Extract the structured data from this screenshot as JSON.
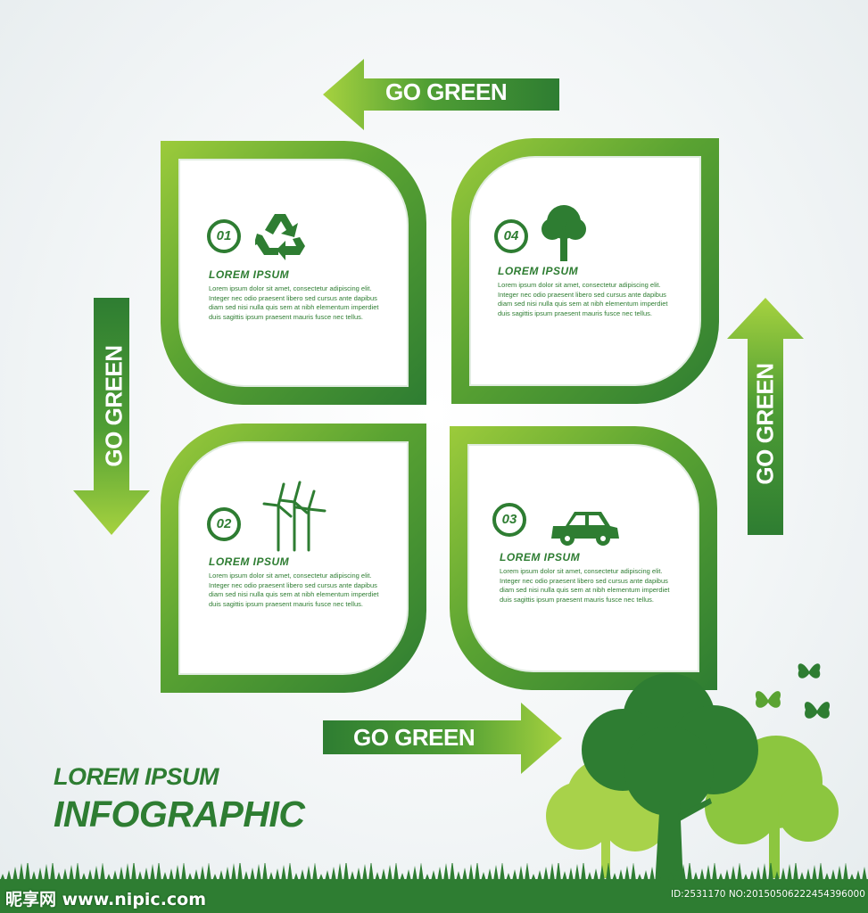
{
  "arrows": {
    "top": "GO GREEN",
    "left": "GO GREEN",
    "right": "GO GREEN",
    "bottom": "GO GREEN"
  },
  "cards": [
    {
      "number": "01",
      "icon": "recycle-icon",
      "heading": "LOREM IPSUM",
      "body": "Lorem ipsum dolor sit amet, consectetur adipiscing elit. Integer nec odio praesent libero sed cursus ante dapibus diam sed nisi nulla quis sem at nibh elementum imperdiet duis sagittis ipsum praesent mauris fusce nec tellus."
    },
    {
      "number": "04",
      "icon": "tree-icon",
      "heading": "LOREM IPSUM",
      "body": "Lorem ipsum dolor sit amet, consectetur adipiscing elit. Integer nec odio praesent libero sed cursus ante dapibus diam sed nisi nulla quis sem at nibh elementum imperdiet duis sagittis ipsum praesent mauris fusce nec tellus."
    },
    {
      "number": "02",
      "icon": "wind-turbine-icon",
      "heading": "LOREM IPSUM",
      "body": "Lorem ipsum dolor sit amet, consectetur adipiscing elit. Integer nec odio praesent libero sed cursus ante dapibus diam sed nisi nulla quis sem at nibh elementum imperdiet duis sagittis ipsum praesent mauris fusce nec tellus."
    },
    {
      "number": "03",
      "icon": "car-icon",
      "heading": "LOREM IPSUM",
      "body": "Lorem ipsum dolor sit amet, consectetur adipiscing elit. Integer nec odio praesent libero sed cursus ante dapibus diam sed nisi nulla quis sem at nibh elementum imperdiet duis sagittis ipsum praesent mauris fusce nec tellus."
    }
  ],
  "footer": {
    "subtitle": "LOREM IPSUM",
    "title": "INFOGRAPHIC"
  },
  "watermark": {
    "left": "昵享网 www.nipic.com",
    "right": "ID:2531170 NO:20150506222454396000"
  },
  "colors": {
    "dark_green": "#2e7d32",
    "mid_green": "#5aa332",
    "light_green": "#9ccb3b"
  }
}
